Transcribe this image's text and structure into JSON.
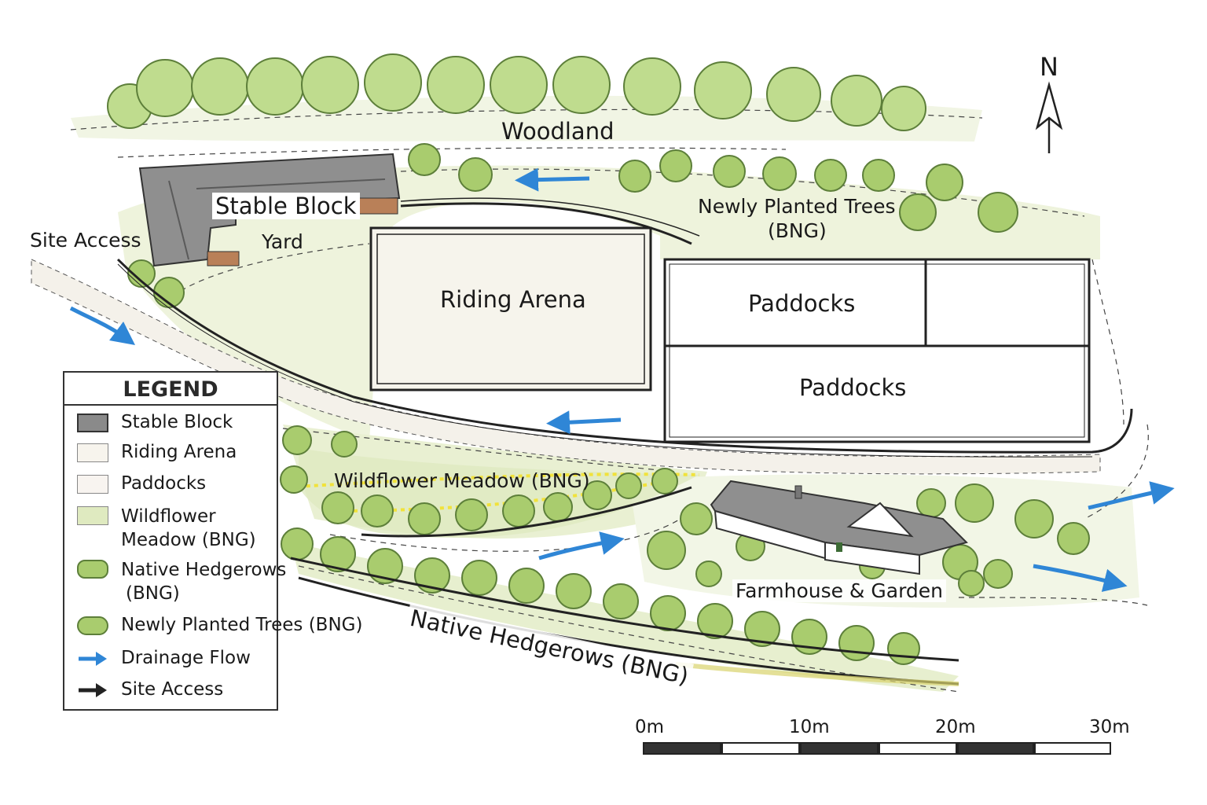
{
  "labels": {
    "woodland": "Woodland",
    "stable_block": "Stable Block",
    "yard": "Yard",
    "site_access": "Site Access",
    "riding_arena": "Riding Arena",
    "paddocks_top": "Paddocks",
    "paddocks_bottom": "Paddocks",
    "newly_planted_trees": "Newly Planted Trees",
    "newly_planted_trees_bng": "(BNG)",
    "wildflower_meadow": "Wildflower Meadow (BNG)",
    "farmhouse_garden": "Farmhouse & Garden",
    "native_hedgerows": "Native Hedgerows (BNG)"
  },
  "north": {
    "label": "N"
  },
  "legend": {
    "title": "LEGEND",
    "items": [
      {
        "line1": "Stable Block",
        "line2": "",
        "swatch": "stable"
      },
      {
        "line1": "Riding Arena",
        "line2": "",
        "swatch": "arena"
      },
      {
        "line1": "Paddocks",
        "line2": "",
        "swatch": "paddock"
      },
      {
        "line1": "Wildflower",
        "line2": "Meadow    (BNG)",
        "swatch": "meadow"
      },
      {
        "line1": "Native Hedgerows",
        "line2": "(BNG)",
        "swatch": "hedgerow"
      },
      {
        "line1": "Newly Planted Trees (BNG)",
        "line2": "",
        "swatch": "trees"
      },
      {
        "line1": "Drainage Flow",
        "line2": "",
        "swatch": "drainage"
      },
      {
        "line1": "Site Access",
        "line2": "",
        "swatch": "access"
      }
    ]
  },
  "scale_bar": {
    "labels": [
      "0m",
      "10m",
      "20m",
      "30m"
    ]
  },
  "colors": {
    "grass": "#eef3dc",
    "tree_fill": "#a9cc6e",
    "tree_stroke": "#5d7f3a",
    "roof": "#8f8f8f",
    "brick": "#b98058",
    "fence": "#222222",
    "drainage": "#2f86d6",
    "meadow_dots": "#f1e23a",
    "track": "#f4f1ea"
  }
}
